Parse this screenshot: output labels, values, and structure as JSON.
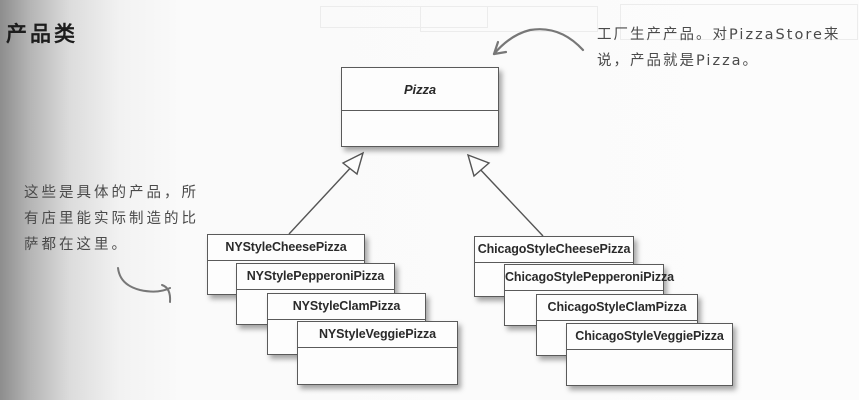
{
  "title": "产品类",
  "abstract_product": {
    "name": "Pizza",
    "italic": true
  },
  "annotations": {
    "top_right": {
      "line1": "工厂生产产品。对PizzaStore来",
      "line2": "说，产品就是Pizza。"
    },
    "left": {
      "line1": "这些是具体的产品，所",
      "line2": "有店里能实际制造的比",
      "line3": "萨都在这里。"
    }
  },
  "ny_products": [
    {
      "name": "NYStyleCheesePizza"
    },
    {
      "name": "NYStylePepperoniPizza"
    },
    {
      "name": "NYStyleClamPizza"
    },
    {
      "name": "NYStyleVeggiePizza"
    }
  ],
  "chicago_products": [
    {
      "name": "ChicagoStyleCheesePizza"
    },
    {
      "name": "ChicagoStylePepperoniPizza"
    },
    {
      "name": "ChicagoStyleClamPizza"
    },
    {
      "name": "ChicagoStyleVeggiePizza"
    }
  ],
  "relationships": [
    {
      "from": "NYStyleCheesePizza",
      "to": "Pizza",
      "type": "inheritance"
    },
    {
      "from": "ChicagoStyleCheesePizza",
      "to": "Pizza",
      "type": "inheritance"
    }
  ],
  "colors": {
    "line": "#555555",
    "text": "#2a2a2a",
    "handwriting": "#4a4a4a",
    "page": "#fcfcfc"
  }
}
